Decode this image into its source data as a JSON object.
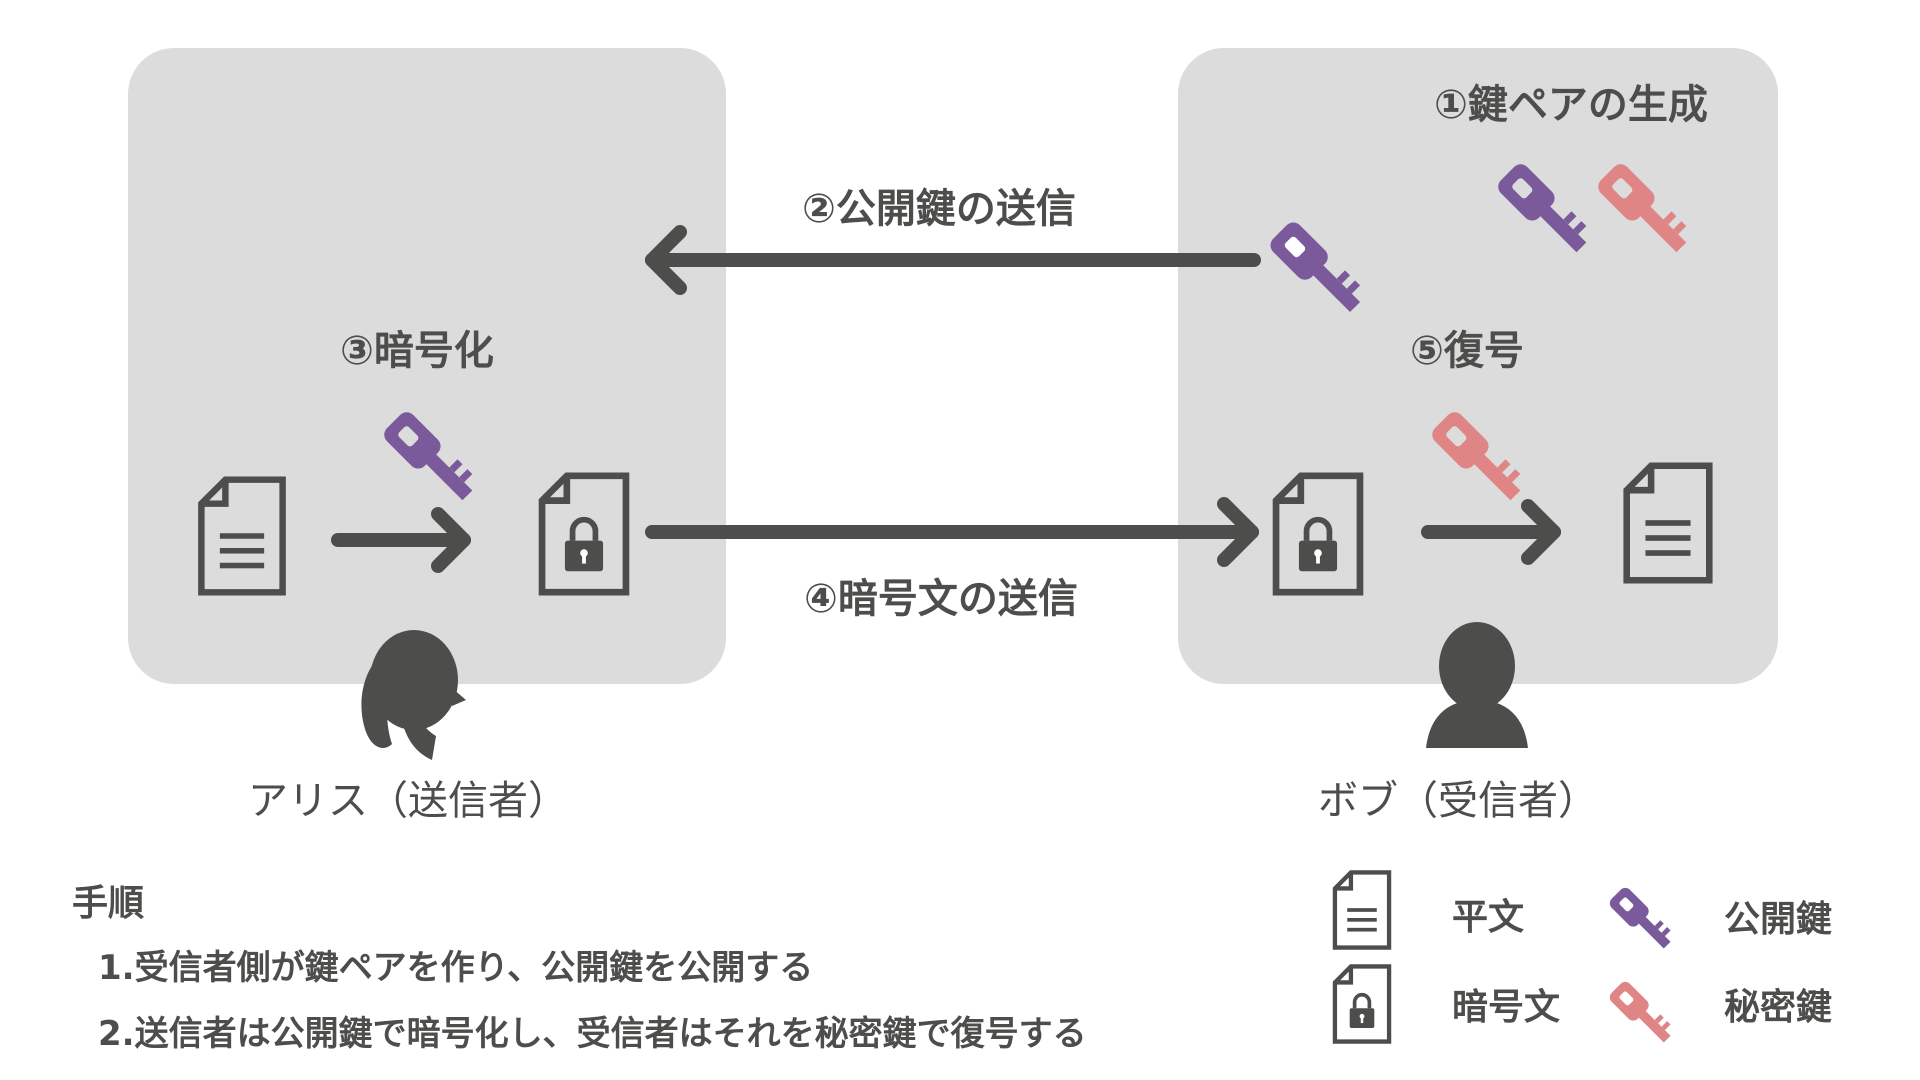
{
  "steps": {
    "keygen": "①鍵ペアの生成",
    "send_pubkey": "②公開鍵の送信",
    "encrypt": "③暗号化",
    "send_cipher": "④暗号文の送信",
    "decrypt": "⑤復号"
  },
  "people": {
    "alice": "アリス（送信者）",
    "bob": "ボブ（受信者）"
  },
  "procedure": {
    "title": "手順",
    "items": [
      "1.受信者側が鍵ペアを作り、公開鍵を公開する",
      "2.送信者は公開鍵で暗号化し、受信者はそれを秘密鍵で復号する"
    ]
  },
  "legend": {
    "plaintext": "平文",
    "ciphertext": "暗号文",
    "public_key": "公開鍵",
    "private_key": "秘密鍵"
  },
  "colors": {
    "panel": "#dcdcdc",
    "dark": "#4d4d4b",
    "public_key": "#7a5a9a",
    "private_key": "#e08585",
    "background": "#ffffff"
  }
}
